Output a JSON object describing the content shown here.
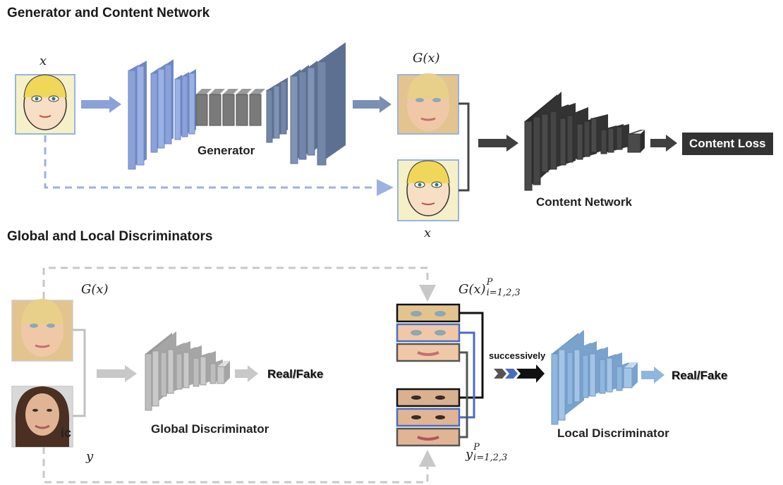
{
  "sections": {
    "top_title": "Generator and Content Network",
    "bottom_title": "Global and Local Discriminators"
  },
  "labels": {
    "generator": "Generator",
    "content_network": "Content Network",
    "content_loss": "Content Loss",
    "global_discriminator": "Global Discriminator",
    "local_discriminator": "Local Discriminator",
    "real_fake_global": "Real/Fake",
    "real_fake_local": "Real/Fake",
    "successively": "successively"
  },
  "math": {
    "x_input": "x",
    "gx_output": "G(x)",
    "x_bottom": "x",
    "gx_disc": "G(x)",
    "y_disc": "y",
    "gx_patch_base": "G(x)",
    "gx_patch_sup": "P",
    "gx_patch_sub": "i=1,2,3",
    "y_patch_base": "y",
    "y_patch_sup": "P",
    "y_patch_sub": "i=1,2,3"
  },
  "colors": {
    "generator_encoder": "#8aa2d8",
    "generator_bottleneck": "#7a7a7a",
    "generator_decoder": "#7486a8",
    "content_network": "#3f3f3f",
    "global_discriminator": "#bdbdbd",
    "local_discriminator": "#8fb6de",
    "dashed_blue": "#9bb3df",
    "dashed_gray": "#c8c8c8"
  }
}
